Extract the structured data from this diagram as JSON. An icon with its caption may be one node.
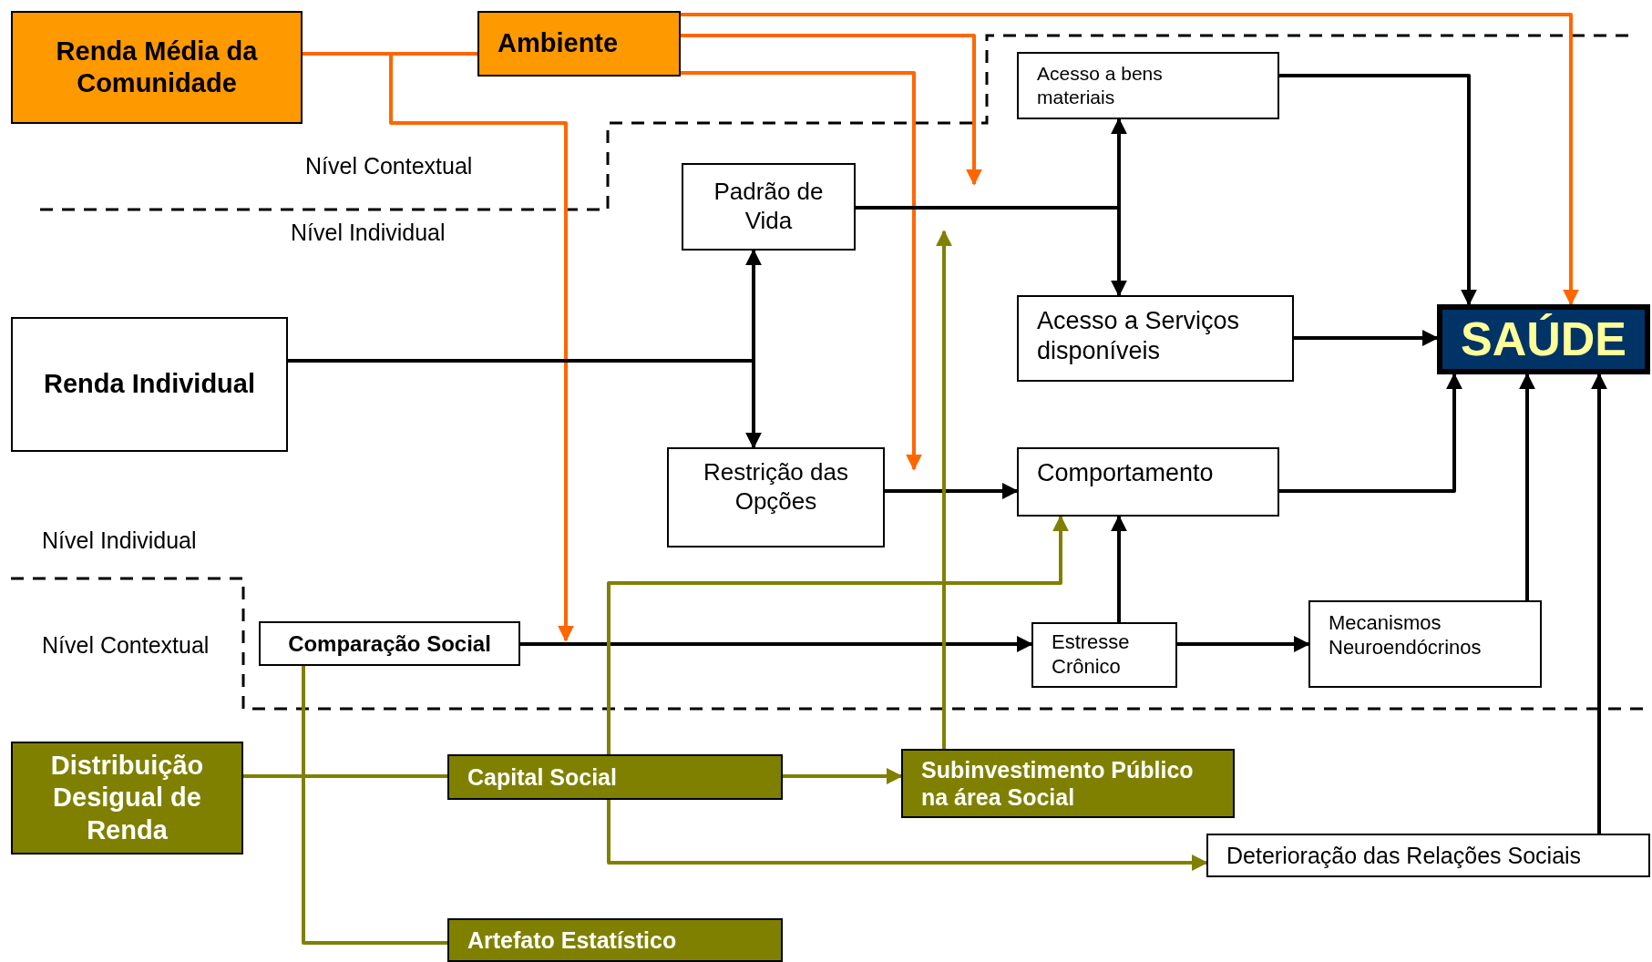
{
  "diagram": {
    "nodes": [
      {
        "text": [
          "Renda Média da Comunidade"
        ]
      },
      {
        "text": [
          "Ambiente"
        ]
      },
      {
        "text": [
          "Acesso a bens materiais"
        ]
      },
      {
        "text": [
          "Padrão de Vida"
        ]
      },
      {
        "text": [
          "Renda Individual"
        ]
      },
      {
        "text": [
          "Acesso a Serviços disponíveis"
        ]
      },
      {
        "text": [
          "SAÚDE"
        ]
      },
      {
        "text": [
          "Restrição das Opções"
        ]
      },
      {
        "text": [
          "Comportamento"
        ]
      },
      {
        "text": [
          "Comparação Social"
        ]
      },
      {
        "text": [
          "Estresse Crônico"
        ]
      },
      {
        "text": [
          "Mecanismos Neuroendócrinos"
        ]
      },
      {
        "text": [
          "Distribuição Desigual de Renda"
        ]
      },
      {
        "text": [
          "Capital Social"
        ]
      },
      {
        "text": [
          "Subinvestimento Público na área Social"
        ]
      },
      {
        "text": [
          "Deterioração das Relações Sociais"
        ]
      },
      {
        "text": [
          "Artefato Estatístico"
        ]
      }
    ],
    "edges": [
      {
        "from": 0,
        "to": 1,
        "arrow": "none",
        "color": "#ff6600"
      },
      {
        "from": 0,
        "to": 9,
        "arrow": "to",
        "color": "#ff6600"
      },
      {
        "from": 1,
        "to": 6,
        "arrow": "to",
        "color": "#ff6600"
      },
      {
        "from": 1,
        "to": null,
        "arrow": "to",
        "color": "#ff6600"
      },
      {
        "from": 1,
        "to": 7,
        "arrow": "to",
        "color": "#ff6600"
      },
      {
        "from": 3,
        "to": 2,
        "arrow": "to"
      },
      {
        "from": 3,
        "to": 5,
        "arrow": "to"
      },
      {
        "from": 4,
        "to": 3,
        "arrow": "to"
      },
      {
        "from": 4,
        "to": 7,
        "arrow": "to"
      },
      {
        "from": 2,
        "to": 6,
        "arrow": "to"
      },
      {
        "from": 5,
        "to": 6,
        "arrow": "to"
      },
      {
        "from": 7,
        "to": 8,
        "arrow": "to"
      },
      {
        "from": 8,
        "to": 6,
        "arrow": "to"
      },
      {
        "from": 9,
        "to": 10,
        "arrow": "to"
      },
      {
        "from": 10,
        "to": 8,
        "arrow": "to"
      },
      {
        "from": 10,
        "to": 11,
        "arrow": "to"
      },
      {
        "from": 11,
        "to": 6,
        "arrow": "to"
      },
      {
        "from": 15,
        "to": 6,
        "arrow": "to"
      },
      {
        "from": 12,
        "to": 13,
        "arrow": "none",
        "color": "#808000"
      },
      {
        "from": 9,
        "to": 16,
        "arrow": "none",
        "color": "#808000"
      },
      {
        "from": 13,
        "to": 14,
        "arrow": "to",
        "color": "#808000"
      },
      {
        "from": 13,
        "to": 8,
        "arrow": "to",
        "color": "#808000"
      },
      {
        "from": 13,
        "to": 15,
        "arrow": "to",
        "color": "#808000"
      },
      {
        "from": 14,
        "to": null,
        "arrow": "to",
        "color": "#808000"
      }
    ],
    "labels": [
      "Nível Contextual",
      "Nível Individual",
      "Nível Individual",
      "Nível Contextual"
    ]
  }
}
